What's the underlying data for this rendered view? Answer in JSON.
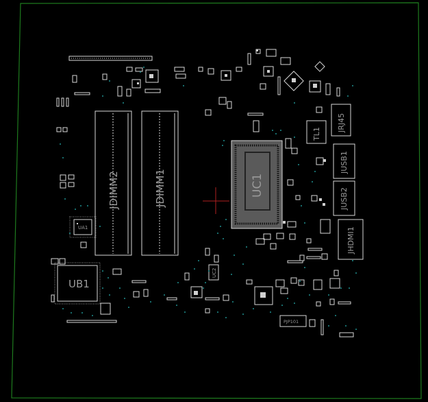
{
  "board": {
    "outline_color": "#1e7b1e",
    "background": "#000000",
    "silkscreen_color": "#d8d8d8",
    "via_color": "#1f8f8f",
    "cursor_color": "#b02020"
  },
  "labels": {
    "jdimm2": "JDIMM2",
    "jdimm1": "JDIMM1",
    "uc1": "UC1",
    "ua1": "UA1",
    "ub1": "UB1",
    "tl1": "TL1",
    "jrj45": "JRJ45",
    "jusb1": "JUSB1",
    "jusb2": "JUSB2",
    "jhdmi1": "JHDMI1",
    "uc2": "UC2",
    "pjp101": "PJP101"
  }
}
